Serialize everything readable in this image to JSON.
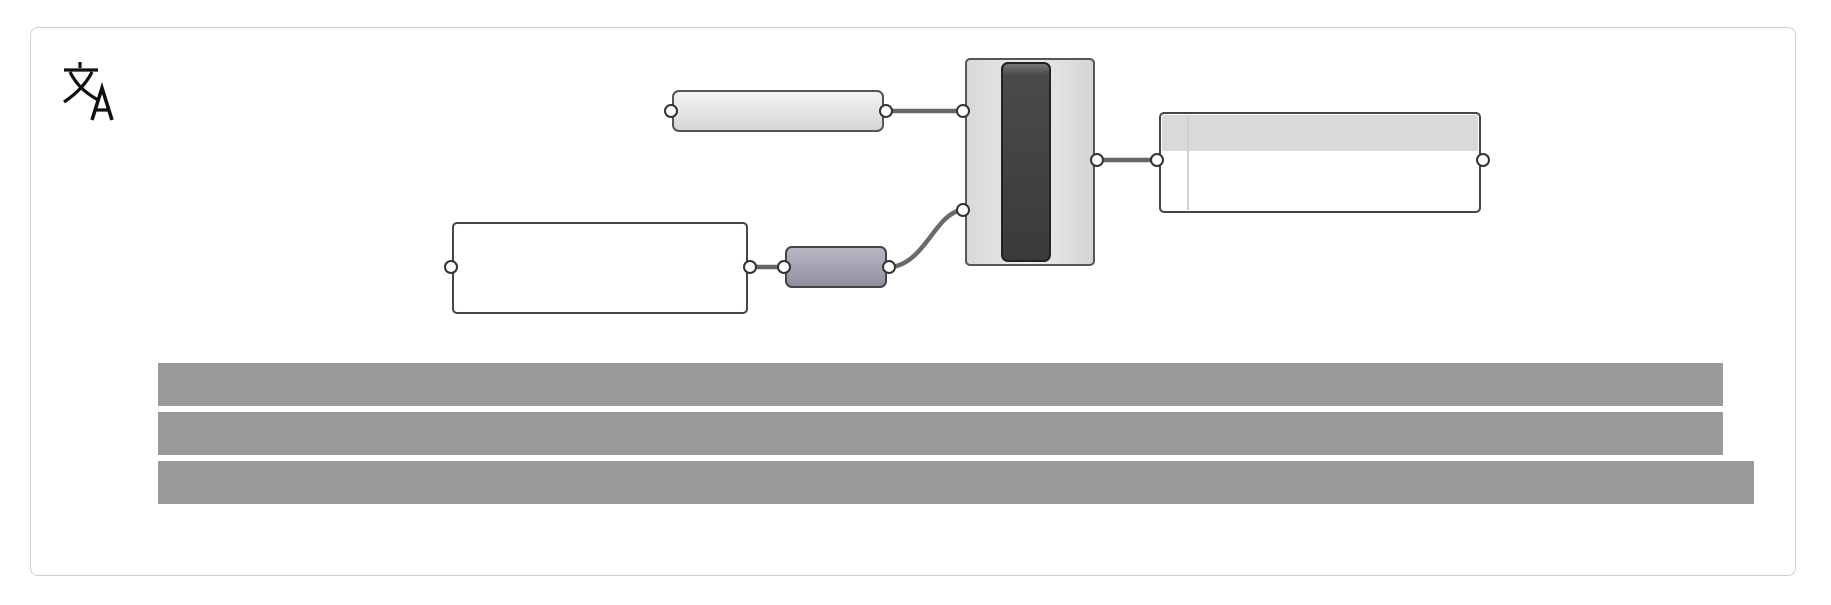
{
  "icons": {
    "translate": "translate-icon"
  },
  "colors": {
    "card_border": "#cfcfcf",
    "redaction_bar": "#9a9a9a",
    "slider_dark": "#444444",
    "wire": "#666666",
    "panel_header": "#d9d9d9",
    "number_component": "#9b9bab"
  },
  "diagram": {
    "nodes": [
      {
        "id": "toggle-input",
        "kind": "parameter"
      },
      {
        "id": "text-panel",
        "kind": "panel"
      },
      {
        "id": "number-param",
        "kind": "parameter"
      },
      {
        "id": "slider-component",
        "kind": "component"
      },
      {
        "id": "output-panel",
        "kind": "panel"
      }
    ],
    "wires": [
      {
        "from": "toggle-input",
        "to": "slider-component"
      },
      {
        "from": "text-panel",
        "to": "number-param"
      },
      {
        "from": "number-param",
        "to": "slider-component"
      },
      {
        "from": "slider-component",
        "to": "output-panel"
      }
    ]
  },
  "redacted_lines": 3
}
